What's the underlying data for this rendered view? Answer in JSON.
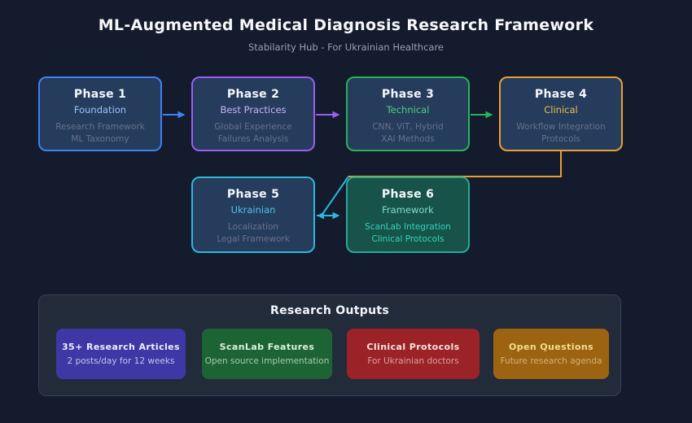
{
  "header": {
    "title": "ML-Augmented Medical Diagnosis Research Framework",
    "subtitle": "Stabilarity Hub - For Ukrainian Healthcare"
  },
  "phases": [
    {
      "title": "Phase 1",
      "subtitle": "Foundation",
      "detail1": "Research Framework",
      "detail2": "ML Taxonomy",
      "accent": "#3b82f6"
    },
    {
      "title": "Phase 2",
      "subtitle": "Best Practices",
      "detail1": "Global Experience",
      "detail2": "Failures Analysis",
      "accent": "#9c5cf6"
    },
    {
      "title": "Phase 3",
      "subtitle": "Technical",
      "detail1": "CNN, ViT, Hybrid",
      "detail2": "XAI Methods",
      "accent": "#25b557"
    },
    {
      "title": "Phase 4",
      "subtitle": "Clinical",
      "detail1": "Workflow Integration",
      "detail2": "Protocols",
      "accent": "#e8a030"
    },
    {
      "title": "Phase 5",
      "subtitle": "Ukrainian",
      "detail1": "Localization",
      "detail2": "Legal Framework",
      "accent": "#2cb8d9"
    },
    {
      "title": "Phase 6",
      "subtitle": "Framework",
      "detail1": "ScanLab Integration",
      "detail2": "Clinical Protocols",
      "accent": "#26a898"
    }
  ],
  "edges": [
    {
      "from": "Phase 1",
      "to": "Phase 2"
    },
    {
      "from": "Phase 2",
      "to": "Phase 3"
    },
    {
      "from": "Phase 3",
      "to": "Phase 4"
    },
    {
      "from": "Phase 4",
      "to": "Phase 5"
    },
    {
      "from": "Phase 5",
      "to": "Phase 6"
    }
  ],
  "outputs": {
    "title": "Research Outputs",
    "cards": [
      {
        "title": "35+ Research Articles",
        "subtitle": "2 posts/day for 12 weeks",
        "bg": "#3d38a5"
      },
      {
        "title": "ScanLab Features",
        "subtitle": "Open source implementation",
        "bg": "#1d6434"
      },
      {
        "title": "Clinical Protocols",
        "subtitle": "For Ukrainian doctors",
        "bg": "#9b2227"
      },
      {
        "title": "Open Questions",
        "subtitle": "Future research agenda",
        "bg": "#9c6410"
      }
    ]
  },
  "colors": {
    "page_bg": "#141b2c",
    "node_bg": "#263c5c",
    "node6_bg": "#175349",
    "outputs_bg": "#222b3a",
    "title_text": "#f5f7fa",
    "muted_text": "#95a0b5"
  }
}
